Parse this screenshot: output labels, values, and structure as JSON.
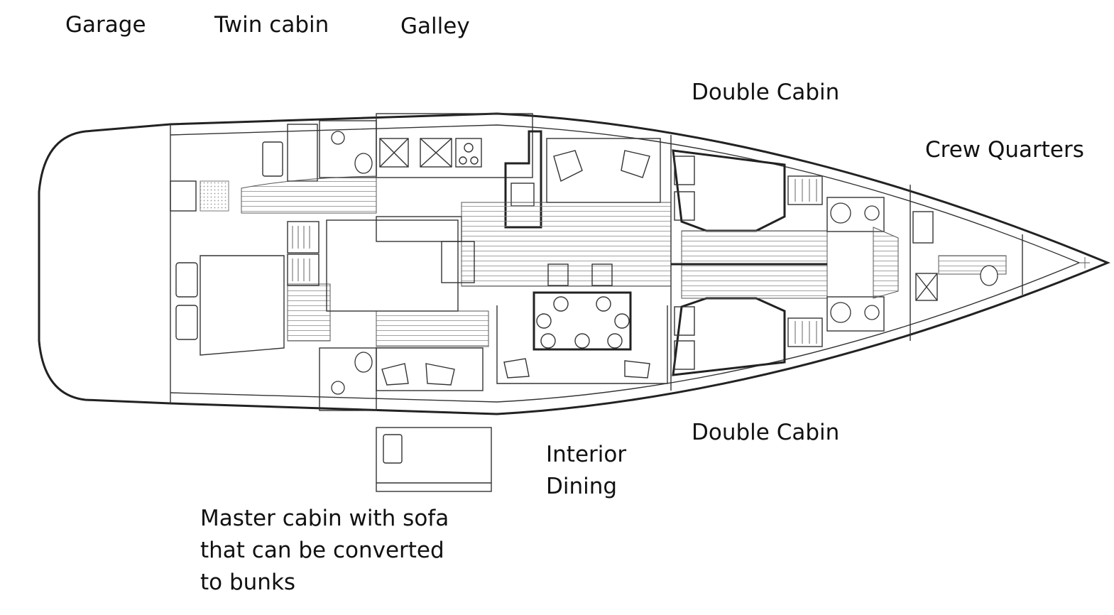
{
  "labels": {
    "garage": "Garage",
    "twin_cabin": "Twin cabin",
    "galley": "Galley",
    "double_cabin_top": "Double Cabin",
    "crew_quarters": "Crew Quarters",
    "double_cabin_bottom": "Double Cabin",
    "interior_dining_1": "Interior",
    "interior_dining_2": "Dining",
    "master_1": "Master cabin with sofa",
    "master_2": "that can be converted",
    "master_3": "to bunks"
  }
}
